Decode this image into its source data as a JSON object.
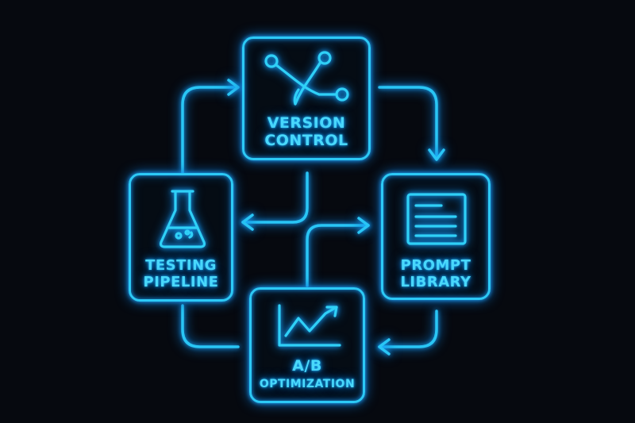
{
  "nodes": {
    "version_control": {
      "line1": "VERSION",
      "line2": "CONTROL",
      "icon": "branch-merge-icon"
    },
    "prompt_library": {
      "line1": "PROMPT",
      "line2": "LIBRARY",
      "icon": "document-icon"
    },
    "ab_optimization": {
      "line1": "A/B",
      "line2": "OPTIMIZATION",
      "icon": "line-chart-icon"
    },
    "testing_pipeline": {
      "line1": "TESTING",
      "line2": "PIPELINE",
      "icon": "flask-icon"
    }
  },
  "colors": {
    "background": "#06090f",
    "neon": "#2cc9f6",
    "glow": "#0a7bd6"
  }
}
